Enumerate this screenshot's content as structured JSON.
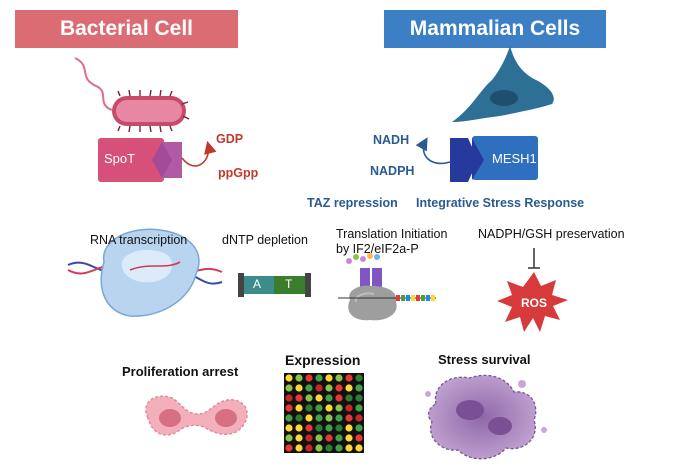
{
  "bacterial": {
    "title": "Bacterial Cell",
    "enzyme": "SpoT",
    "product1": "GDP",
    "product2": "ppGpp"
  },
  "mammalian": {
    "title": "Mammalian Cells",
    "enzyme": "MESH1",
    "product1": "NADH",
    "product2": "NADPH",
    "effect1": "TAZ repression",
    "effect2": "Integrative Stress Response"
  },
  "processes": {
    "rna": "RNA transcription",
    "dntp": "dNTP depletion",
    "dntp_a": "A",
    "dntp_t": "T",
    "translation_line1": "Translation Initiation",
    "translation_line2": "by IF2/eIF2a-P",
    "nadph": "NADPH/GSH preservation",
    "ros": "ROS"
  },
  "outcomes": {
    "proliferation": "Proliferation arrest",
    "expression": "Expression",
    "stress": "Stress survival"
  },
  "colors": {
    "bacterial_banner": "#dc6c74",
    "mammalian_banner": "#3d7fc4",
    "spot_box": "#d6507a",
    "mesh_box": "#2f6fc0",
    "mesh_dark": "#263a9e",
    "label_red": "#c0392b",
    "label_blue": "#2a5a93",
    "ros_red": "#d63a3a"
  }
}
